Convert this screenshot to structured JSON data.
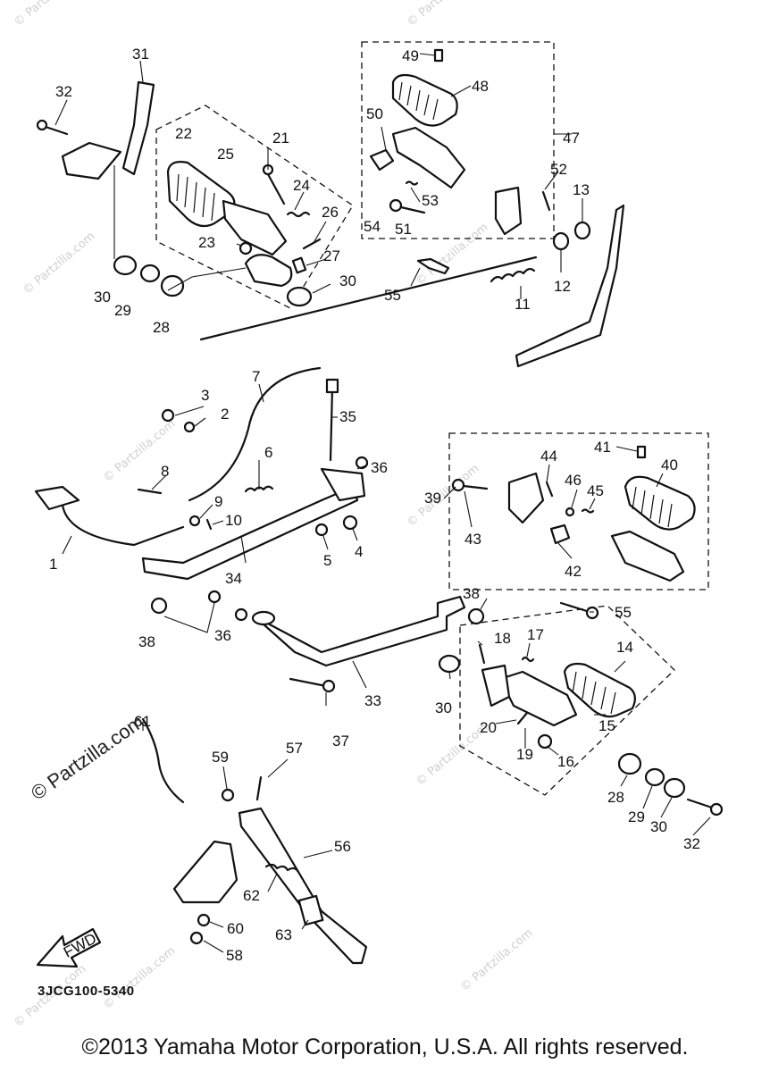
{
  "diagram": {
    "copyright": "©2013 Yamaha Motor Corporation, U.S.A. All rights reserved.",
    "drawing_code": "3JCG100-5340",
    "watermark": "© Partzilla.com",
    "fwd_label": "FWD",
    "callouts": [
      "1",
      "2",
      "3",
      "4",
      "5",
      "6",
      "7",
      "8",
      "9",
      "10",
      "11",
      "12",
      "13",
      "14",
      "15",
      "16",
      "17",
      "18",
      "19",
      "20",
      "21",
      "22",
      "23",
      "24",
      "25",
      "26",
      "27",
      "28",
      "29",
      "30",
      "31",
      "32",
      "33",
      "34",
      "35",
      "36",
      "37",
      "38",
      "39",
      "40",
      "41",
      "42",
      "43",
      "44",
      "45",
      "46",
      "47",
      "48",
      "49",
      "50",
      "51",
      "52",
      "53",
      "54",
      "55",
      "56",
      "57",
      "58",
      "59",
      "60",
      "61",
      "62",
      "63"
    ],
    "repeated_callouts": [
      "28",
      "29",
      "30",
      "30",
      "30",
      "32",
      "36",
      "38",
      "55"
    ]
  }
}
